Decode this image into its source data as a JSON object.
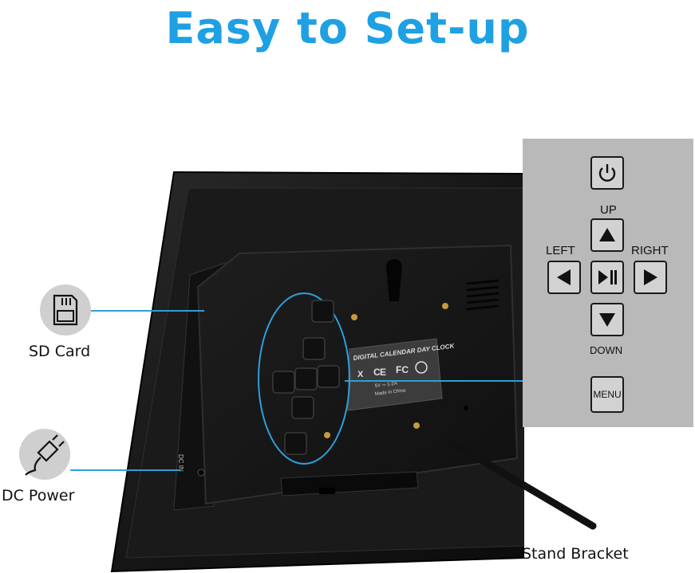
{
  "header": {
    "title": "Easy to Set-up"
  },
  "callouts": {
    "sd_card": "SD Card",
    "dc_power": "DC Power",
    "stand_bracket": "Stand Bracket"
  },
  "device": {
    "label_title": "DIGITAL CALENDAR DAY CLOCK",
    "label_rating": "5V ⎓ 1-2A",
    "label_origin": "Made in China",
    "dc_port_label": "DC IN"
  },
  "control_panel": {
    "up_label": "UP",
    "down_label": "DOWN",
    "left_label": "LEFT",
    "right_label": "RIGHT",
    "menu_label": "MENU"
  },
  "colors": {
    "title": "#1fa0e3",
    "callout_line": "#2e9fd8",
    "panel_bg": "#b9b9b9"
  },
  "icons": [
    "sd-card-icon",
    "power-plug-icon",
    "power-icon",
    "up-arrow-icon",
    "play-pause-icon",
    "left-arrow-icon",
    "right-arrow-icon",
    "down-arrow-icon"
  ]
}
